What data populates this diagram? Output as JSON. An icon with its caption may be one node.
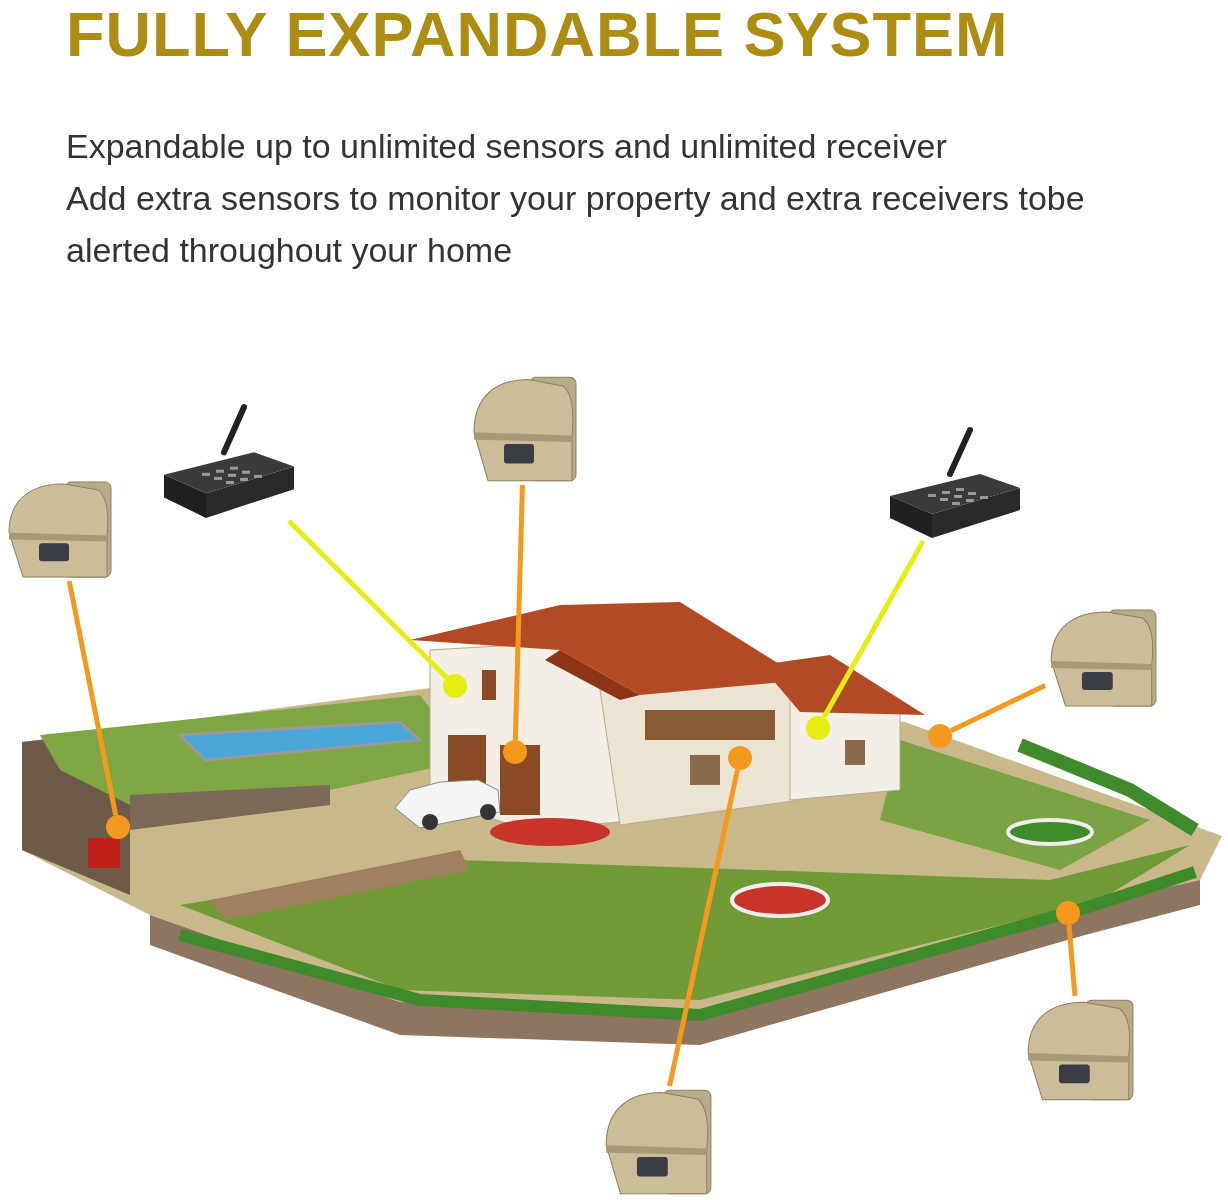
{
  "diagram": {
    "title": "FULLY EXPANDABLE SYSTEM",
    "nodes": [
      {
        "text": [],
        "shape": "picture"
      },
      {
        "text": [],
        "shape": "picture"
      },
      {
        "text": [],
        "shape": "picture"
      },
      {
        "text": [],
        "shape": "picture"
      },
      {
        "text": [],
        "shape": "picture"
      },
      {
        "text": [],
        "shape": "picture"
      },
      {
        "text": [],
        "shape": "picture"
      },
      {
        "text": [],
        "shape": "circle"
      },
      {
        "text": [],
        "shape": "circle"
      },
      {
        "text": [],
        "shape": "circle"
      },
      {
        "text": [],
        "shape": "circle"
      },
      {
        "text": [],
        "shape": "circle"
      },
      {
        "text": [],
        "shape": "circle"
      },
      {
        "text": [],
        "shape": "circle"
      }
    ],
    "edges": [
      {
        "from": 0,
        "to": 7,
        "arrow": "none",
        "color": "#e4ee10"
      },
      {
        "from": 2,
        "to": 8,
        "arrow": "none",
        "color": "#e4ee10"
      },
      {
        "from": 1,
        "to": 9,
        "arrow": "none"
      },
      {
        "from": 6,
        "to": 10,
        "arrow": "none"
      },
      {
        "from": 4,
        "to": 11,
        "arrow": "none"
      },
      {
        "from": 3,
        "to": 12,
        "arrow": "none"
      },
      {
        "from": 5,
        "to": 13,
        "arrow": "none"
      }
    ],
    "labels": [
      "Expandable up to unlimited sensors and unlimited receiver",
      "Add extra sensors to monitor your property and extra receivers tobe alerted throughout your home"
    ]
  }
}
